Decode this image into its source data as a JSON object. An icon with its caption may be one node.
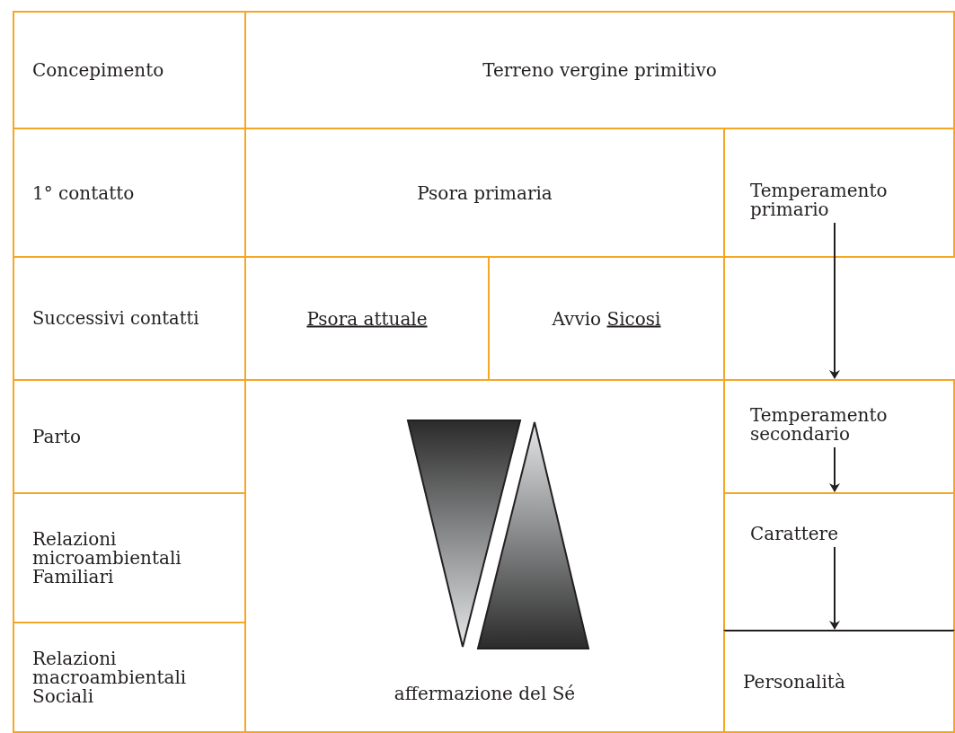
{
  "diagram": {
    "nodes": [
      {
        "text": [
          "Concepimento"
        ]
      },
      {
        "text": [
          "Terreno vergine primitivo"
        ]
      },
      {
        "text": [
          "1° contatto"
        ]
      },
      {
        "text": [
          "Psora primaria"
        ]
      },
      {
        "text": [
          "Temperamento primario"
        ]
      },
      {
        "text": [
          "Successivi contatti"
        ]
      },
      {
        "text": [
          "Psora attuale"
        ]
      },
      {
        "text": [
          "Avvio Sicosi"
        ]
      },
      {
        "text": [
          "Parto"
        ]
      },
      {
        "text": [
          "affermazione del Sé"
        ]
      },
      {
        "text": [
          "Temperamento secondario"
        ]
      },
      {
        "text": [
          "Relazioni microambientali Familiari"
        ]
      },
      {
        "text": [
          "Carattere"
        ]
      },
      {
        "text": [
          "Relazioni macroambientali Sociali"
        ]
      },
      {
        "text": [
          "Personalità"
        ]
      }
    ],
    "edges": [
      {
        "from": 4,
        "to": 10,
        "arrow": "to"
      },
      {
        "from": 10,
        "to": 12,
        "arrow": "to"
      },
      {
        "from": 12,
        "to": 14,
        "arrow": "to"
      }
    ]
  }
}
